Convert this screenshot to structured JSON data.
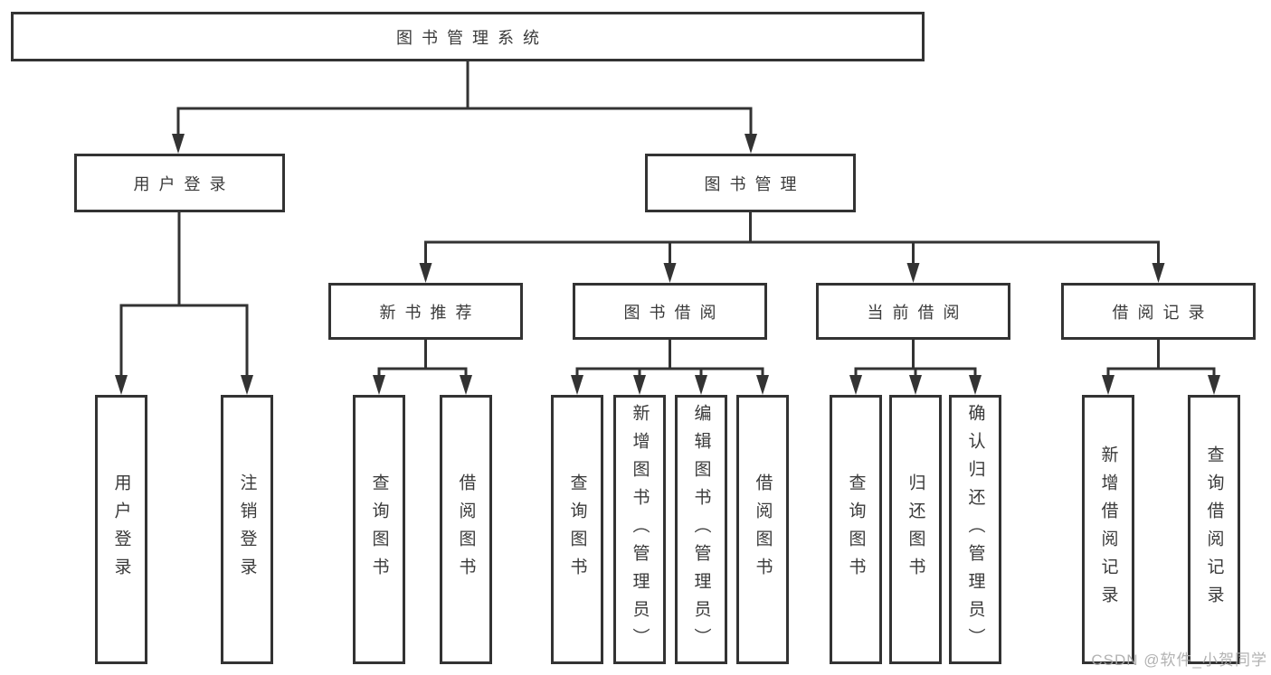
{
  "diagram": {
    "type": "tree",
    "title": "图书管理系统",
    "watermark": "CSDN @软件_小贺同学",
    "colors": {
      "line": "#333333",
      "box_border": "#333333",
      "text": "#3a3a3a",
      "background": "#ffffff",
      "watermark": "#aaaaaa"
    },
    "nodes": {
      "root": {
        "label": "图书管理系统",
        "children": [
          "user_login",
          "book_mgmt"
        ]
      },
      "user_login": {
        "label": "用户登录",
        "children": [
          "leaf_user_login",
          "leaf_logout"
        ]
      },
      "book_mgmt": {
        "label": "图书管理",
        "children": [
          "new_book_rec",
          "book_borrow",
          "current_borrow",
          "borrow_record"
        ]
      },
      "new_book_rec": {
        "label": "新书推荐",
        "children": [
          "leaf_query_book_1",
          "leaf_borrow_book_1"
        ]
      },
      "book_borrow": {
        "label": "图书借阅",
        "children": [
          "leaf_query_book_2",
          "leaf_add_book",
          "leaf_edit_book",
          "leaf_borrow_book_2"
        ]
      },
      "current_borrow": {
        "label": "当前借阅",
        "children": [
          "leaf_query_book_3",
          "leaf_return_book",
          "leaf_confirm_return"
        ]
      },
      "borrow_record": {
        "label": "借阅记录",
        "children": [
          "leaf_add_record",
          "leaf_query_record"
        ]
      },
      "leaf_user_login": {
        "label": "用户登录"
      },
      "leaf_logout": {
        "label": "注销登录"
      },
      "leaf_query_book_1": {
        "label": "查询图书"
      },
      "leaf_borrow_book_1": {
        "label": "借阅图书"
      },
      "leaf_query_book_2": {
        "label": "查询图书"
      },
      "leaf_add_book": {
        "label": "新增图书（管理员）"
      },
      "leaf_edit_book": {
        "label": "编辑图书（管理员）"
      },
      "leaf_borrow_book_2": {
        "label": "借阅图书"
      },
      "leaf_query_book_3": {
        "label": "查询图书"
      },
      "leaf_return_book": {
        "label": "归还图书"
      },
      "leaf_confirm_return": {
        "label": "确认归还（管理员）"
      },
      "leaf_add_record": {
        "label": "新增借阅记录"
      },
      "leaf_query_record": {
        "label": "查询借阅记录"
      }
    }
  }
}
